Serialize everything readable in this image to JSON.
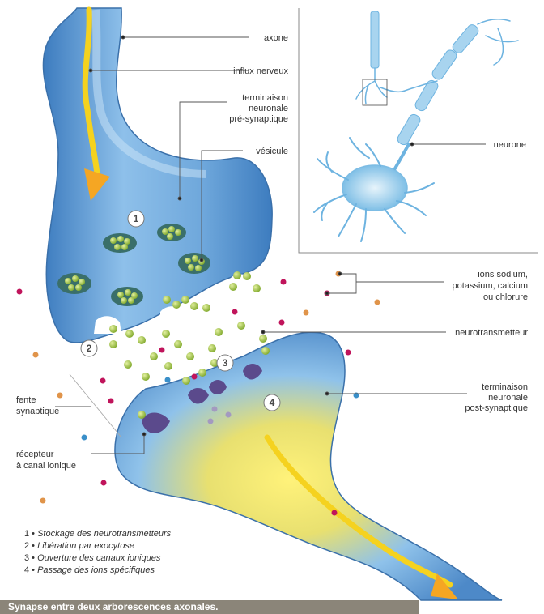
{
  "labels": {
    "axone": "axone",
    "influx": "influx nerveux",
    "pre_terminal": [
      "terminaison",
      "neuronale",
      "pré-synaptique"
    ],
    "vesicule": "vésicule",
    "neurone": "neurone",
    "ions": [
      "ions sodium,",
      "potassium, calcium",
      "ou chlorure"
    ],
    "neurotransmetteur": "neurotransmetteur",
    "post_terminal": [
      "terminaison",
      "neuronale",
      "post-synaptique"
    ],
    "fente": [
      "fente",
      "synaptique"
    ],
    "recepteur": [
      "récepteur",
      "à canal ionique"
    ]
  },
  "step_numbers": [
    "1",
    "2",
    "3",
    "4"
  ],
  "legend": [
    {
      "num": "1",
      "text": "Stockage des neurotransmetteurs"
    },
    {
      "num": "2",
      "text": "Libération par exocytose"
    },
    {
      "num": "3",
      "text": "Ouverture des canaux ioniques"
    },
    {
      "num": "4",
      "text": "Passage des ions spécifiques"
    }
  ],
  "caption": "Synapse entre deux arborescences axonales.",
  "colors": {
    "membrane": "#5b95cc",
    "membrane_light": "#a9cdee",
    "signal": "#f2d21f",
    "arrow": "#f5a623",
    "vesicle": "#3a6f6a",
    "neurotransmitter": "#a4c639",
    "receptor": "#5b4a8c",
    "ion_red": "#c0145b",
    "ion_orange": "#e0944a",
    "ion_blue": "#3a8fc9"
  }
}
